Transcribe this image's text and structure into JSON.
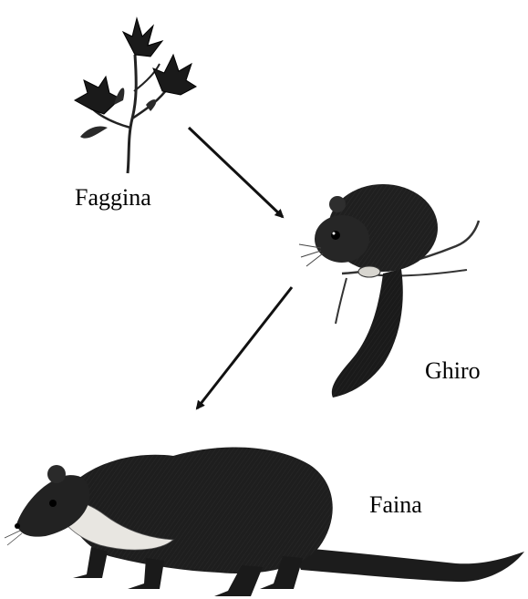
{
  "organisms": [
    {
      "name": "Faggina",
      "icon": "beechnut-branch-icon"
    },
    {
      "name": "Ghiro",
      "icon": "dormouse-icon"
    },
    {
      "name": "Faina",
      "icon": "stone-marten-icon"
    }
  ],
  "links": [
    {
      "from": "Faggina",
      "to": "Ghiro"
    },
    {
      "from": "Ghiro",
      "to": "Faina"
    }
  ],
  "colors": {
    "ink": "#111111",
    "fur_light": "#e8e6e1",
    "background": "#ffffff"
  }
}
